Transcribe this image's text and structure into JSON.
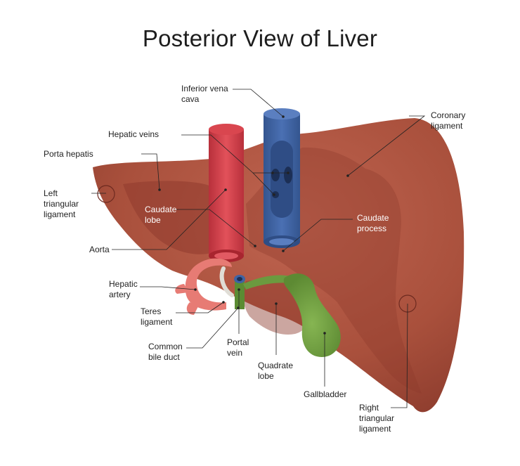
{
  "title": "Posterior View of Liver",
  "colors": {
    "liver": "#b0503c",
    "liver_dark": "#8e3b2d",
    "aorta": "#cf3a45",
    "vena_cava": "#3f63a3",
    "gallbladder": "#6b9a3f",
    "leader": "#222222"
  },
  "labels": {
    "inferior_vena_cava": "Inferior vena\ncava",
    "hepatic_veins": "Hepatic veins",
    "porta_hepatis": "Porta hepatis",
    "left_triangular_ligament": "Left\ntriangular\nligament",
    "caudate_lobe": "Caudate\nlobe",
    "aorta": "Aorta",
    "hepatic_artery": "Hepatic\nartery",
    "teres_ligament": "Teres\nligament",
    "common_bile_duct": "Common\nbile duct",
    "portal_vein": "Portal\nvein",
    "quadrate_lobe": "Quadrate\nlobe",
    "gallbladder": "Gallbladder",
    "coronary_ligament": "Coronary\nligament",
    "caudate_process": "Caudate\nprocess",
    "right_triangular_ligament": "Right\ntriangular\nligament"
  }
}
